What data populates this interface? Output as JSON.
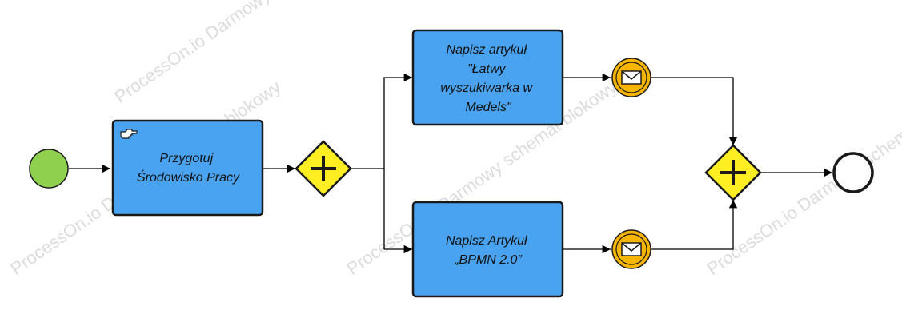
{
  "watermark": {
    "a": "ProcessOn.io Darmowy schemat blokowy",
    "b": "ProcessOn.io Darmowy schemat blokowy",
    "c": "ProcessOn.io Darmowy schemat blokowy",
    "d": "ProcessOn.io Darmowy schemat blokowy"
  },
  "tasks": {
    "prepare": {
      "line1": "Przygotuj",
      "line2": "Środowisko Pracy"
    },
    "article_latwy": {
      "line1": "Napisz artykuł",
      "line2": "\"Łatwy",
      "line3": "wyszukiwarka w",
      "line4": "Medels\""
    },
    "article_bpmn": {
      "line1": "Napisz Artykuł",
      "line2": "„BPMN 2.0”"
    }
  },
  "colors": {
    "task_fill": "#4aa3f0",
    "task_stroke": "#1a1a1a",
    "gateway_fill": "#ffee22",
    "start_fill": "#8fd14f",
    "message_fill": "#f7b500",
    "line": "#000000"
  },
  "icons": {
    "manual_task": "hand-pointing-icon",
    "message": "envelope-icon",
    "gateway": "plus-icon"
  }
}
